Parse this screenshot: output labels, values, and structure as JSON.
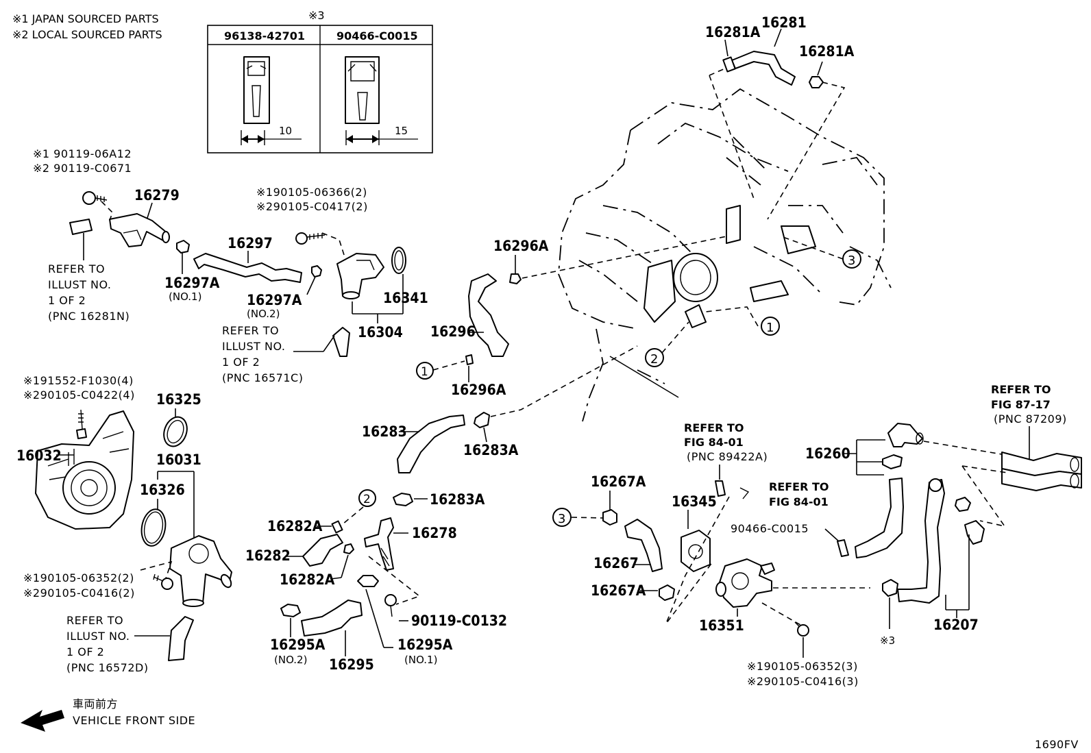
{
  "legend": {
    "note1": "※1 JAPAN SOURCED PARTS",
    "note2": "※2 LOCAL SOURCED PARTS"
  },
  "clip_table": {
    "header_mark": "※3",
    "col1_part": "96138-42701",
    "col2_part": "90466-C0015",
    "col1_dim": "10",
    "col2_dim": "15"
  },
  "labels": {
    "p16281A_left": "16281A",
    "p16281": "16281",
    "p16281A_right": "16281A",
    "bolt_top_j": "※1 90119-06A12",
    "bolt_top_l": "※2 90119-C0671",
    "p16279": "16279",
    "bolt2_j": "※190105-06366(2)",
    "bolt2_l": "※290105-C0417(2)",
    "p16297": "16297",
    "p16297A_1": "16297A",
    "p16297A_1_sub": "(NO.1)",
    "p16297A_2": "16297A",
    "p16297A_2_sub": "(NO.2)",
    "p16341": "16341",
    "p16304": "16304",
    "p16296A_top": "16296A",
    "p16296": "16296",
    "p16296A_bot": "16296A",
    "bolt3_j": "※191552-F1030(4)",
    "bolt3_l": "※290105-C0422(4)",
    "p16325": "16325",
    "p16032": "16032",
    "p16031": "16031",
    "p16326": "16326",
    "p16283": "16283",
    "p16283A_1": "16283A",
    "p16283A_2": "16283A",
    "p16282A_1": "16282A",
    "p16282": "16282",
    "p16282A_2": "16282A",
    "p16278": "16278",
    "bolt4_j": "※190105-06352(2)",
    "bolt4_l": "※290105-C0416(2)",
    "p90119": "90119-C0132",
    "p16295A_2": "16295A",
    "p16295A_2_sub": "(NO.2)",
    "p16295": "16295",
    "p16295A_1": "16295A",
    "p16295A_1_sub": "(NO.1)",
    "p16267A_1": "16267A",
    "p16267": "16267",
    "p16267A_2": "16267A",
    "p16345": "16345",
    "p90466": "90466-C0015",
    "p16351": "16351",
    "bolt5_j": "※190105-06352(3)",
    "bolt5_l": "※290105-C0416(3)",
    "p16260": "16260",
    "p16207": "16207",
    "mark3": "※3",
    "circle1": "1",
    "circle2": "2",
    "circle3": "3"
  },
  "refs": {
    "ref1": [
      "REFER TO",
      "ILLUST NO.",
      "1 OF 2",
      "(PNC 16281N)"
    ],
    "ref2": [
      "REFER TO",
      "ILLUST NO.",
      "1 OF 2",
      "(PNC 16571C)"
    ],
    "ref3": [
      "REFER TO",
      "ILLUST NO.",
      "1 OF 2",
      "(PNC 16572D)"
    ],
    "ref4": [
      "REFER TO",
      "FIG 84-01",
      "(PNC 89422A)"
    ],
    "ref5": [
      "REFER TO",
      "FIG 84-01"
    ],
    "ref6": [
      "REFER TO",
      "FIG 87-17",
      "(PNC 87209)"
    ]
  },
  "front": {
    "jp": "車両前方",
    "en": "VEHICLE FRONT SIDE"
  },
  "figure_code": "1690FV"
}
